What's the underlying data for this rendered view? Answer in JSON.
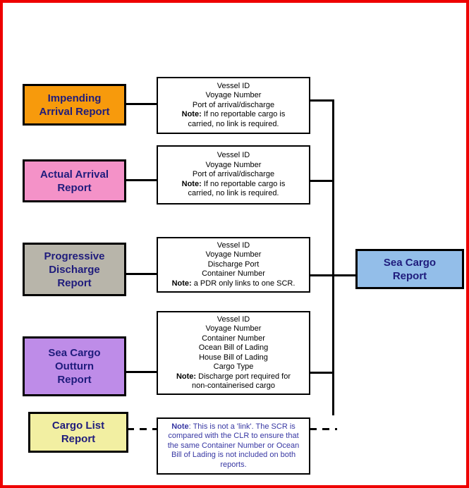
{
  "page": {
    "border_color": "#ee0000",
    "background": "#ffffff"
  },
  "colors": {
    "report_label_text": "#1f1c7c",
    "link_fields_text": "#000000",
    "note_box_text": "#3737a3",
    "connector": "#000000"
  },
  "boxes": {
    "impending": {
      "bg": "#f79a0c",
      "label_lines": [
        {
          "t": "Impending"
        },
        {
          "t": "Arrival Report"
        }
      ]
    },
    "actual": {
      "bg": "#f492c8",
      "label_lines": [
        {
          "t": "Actual Arrival"
        },
        {
          "t": "Report"
        }
      ]
    },
    "progressive": {
      "bg": "#b8b5aa",
      "label_lines": [
        {
          "t": "Progressive"
        },
        {
          "t": "Discharge"
        },
        {
          "t": "Report"
        }
      ]
    },
    "outturn": {
      "bg": "#be8ce8",
      "label_lines": [
        {
          "t": "Sea Cargo"
        },
        {
          "t": "Outturn"
        },
        {
          "t": "Report"
        }
      ]
    },
    "cargo_list": {
      "bg": "#f2efa2",
      "label_lines": [
        {
          "t": "Cargo List"
        },
        {
          "t": "Report"
        }
      ]
    },
    "sea_cargo": {
      "bg": "#93bee9",
      "label_lines": [
        {
          "t": "Sea Cargo"
        },
        {
          "t": "Report"
        }
      ]
    }
  },
  "links": {
    "impending": {
      "lines": [
        {
          "t": "Vessel ID"
        },
        {
          "t": "Voyage Number"
        },
        {
          "t": "Port of arrival/discharge"
        },
        {
          "b": "Note:",
          "t": " If no reportable cargo is"
        },
        {
          "t": "carried, no link is required."
        }
      ]
    },
    "actual": {
      "lines": [
        {
          "t": "Vessel ID"
        },
        {
          "t": "Voyage Number"
        },
        {
          "t": "Port of arrival/discharge"
        },
        {
          "b": "Note:",
          "t": " If no reportable cargo is"
        },
        {
          "t": "carried, no link is required."
        }
      ]
    },
    "progressive": {
      "lines": [
        {
          "t": "Vessel ID"
        },
        {
          "t": "Voyage Number"
        },
        {
          "t": "Discharge Port"
        },
        {
          "t": "Container Number"
        },
        {
          "b": "Note:",
          "t": " a PDR only links to one SCR."
        }
      ]
    },
    "outturn": {
      "lines": [
        {
          "t": "Vessel ID"
        },
        {
          "t": "Voyage Number"
        },
        {
          "t": "Container Number"
        },
        {
          "t": "Ocean Bill of Lading"
        },
        {
          "t": "House Bill of Lading"
        },
        {
          "t": "Cargo Type"
        },
        {
          "b": "Note:",
          "t": " Discharge port required for"
        },
        {
          "t": "non-containerised cargo"
        }
      ]
    },
    "cargo_list": {
      "lines": [
        {
          "b": "Note",
          "t": ": This is not a 'link'. The SCR is"
        },
        {
          "t": "compared with the CLR to ensure that"
        },
        {
          "t": "the same Container Number or Ocean"
        },
        {
          "t": "Bill of Lading is not included on both"
        },
        {
          "t": "reports."
        }
      ]
    }
  }
}
